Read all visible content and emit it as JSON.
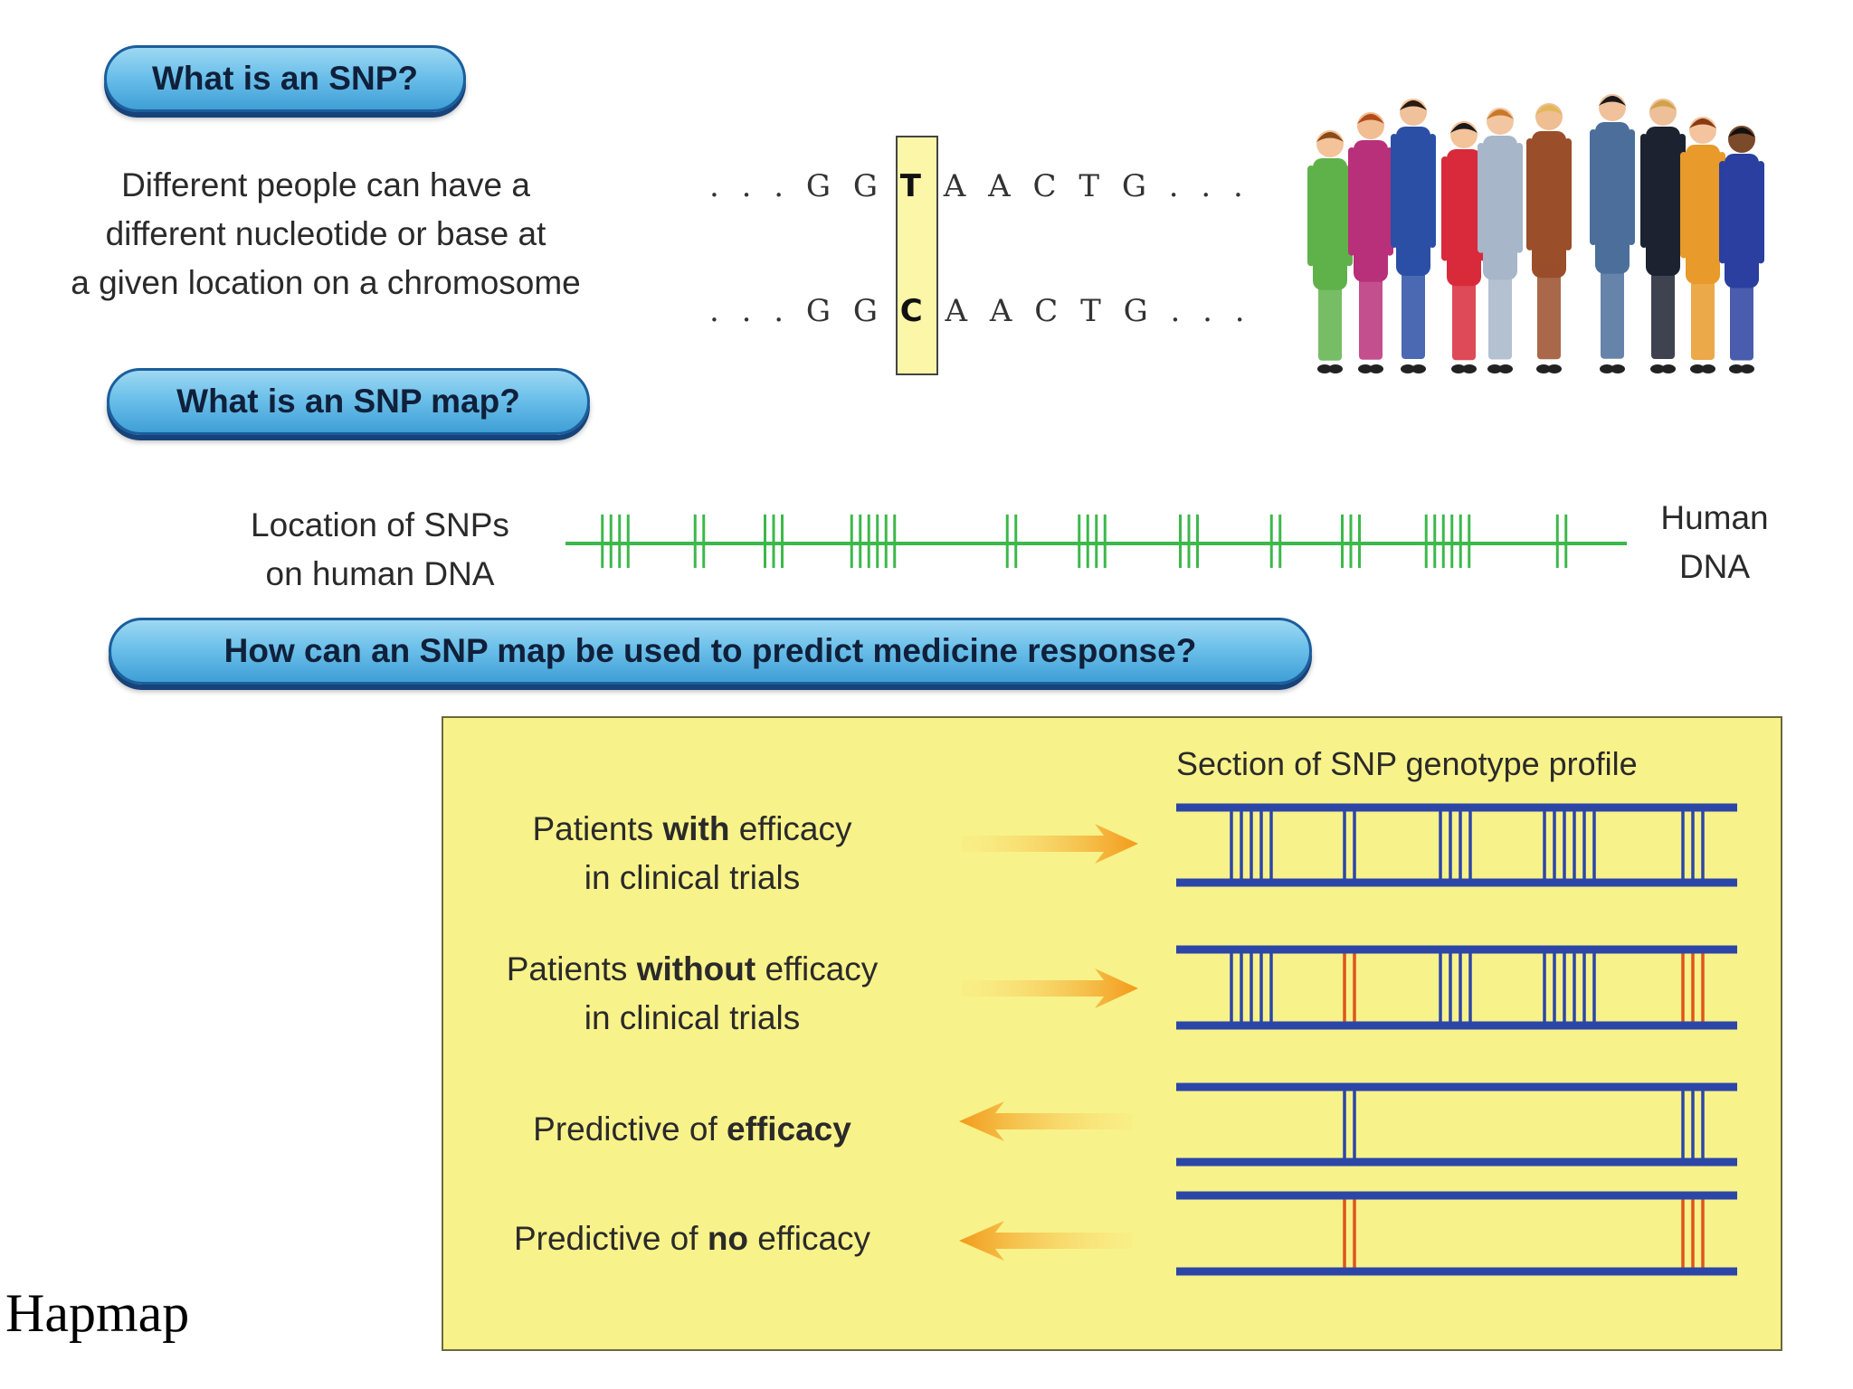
{
  "headings": {
    "q1": "What is an SNP?",
    "q2": "What is an SNP map?",
    "q3": "How can an SNP map be used to predict medicine response?"
  },
  "snp_def": {
    "lines": [
      "Different people can have a",
      "different nucleotide or base at",
      "a given location on a chromosome"
    ]
  },
  "sequences": {
    "top": {
      "prefix": ". . . G G ",
      "base": "T",
      "suffix": " A A C T G . . ."
    },
    "bottom": {
      "prefix": ". . . G G ",
      "base": "C",
      "suffix": " A A C T G . . ."
    }
  },
  "snp_map": {
    "label_lines": [
      "Location of SNPs",
      "on human DNA"
    ],
    "dna_label_lines": [
      "Human",
      "DNA"
    ],
    "clusters": [
      4,
      2,
      3,
      6,
      2,
      4,
      3,
      2,
      3,
      6,
      2
    ],
    "color": "#3db84a"
  },
  "panel": {
    "title": "Section of SNP genotype profile",
    "rows": [
      {
        "parts": [
          "Patients ",
          "with",
          " efficacy"
        ],
        "line2": "in clinical trials",
        "arrow": "right"
      },
      {
        "parts": [
          "Patients ",
          "without",
          " efficacy"
        ],
        "line2": "in clinical trials",
        "arrow": "right"
      },
      {
        "parts": [
          "Predictive of ",
          "efficacy",
          ""
        ],
        "line2": "",
        "arrow": "left"
      },
      {
        "parts": [
          "Predictive of ",
          "no",
          " efficacy"
        ],
        "line2": "",
        "arrow": "left"
      }
    ],
    "strand_color": "#2c46a8",
    "variant_color": "#e0541c",
    "arrow_color": "#f29a1a"
  },
  "people": {
    "colors": [
      "#5fb24a",
      "#b8307a",
      "#2c4fa6",
      "#d82a3a",
      "#a7b6c9",
      "#9a4e2a",
      "#4b6f9a",
      "#1d2230",
      "#e89a2a",
      "#2a3fa0"
    ]
  },
  "footer": {
    "label": "Hapmap"
  }
}
